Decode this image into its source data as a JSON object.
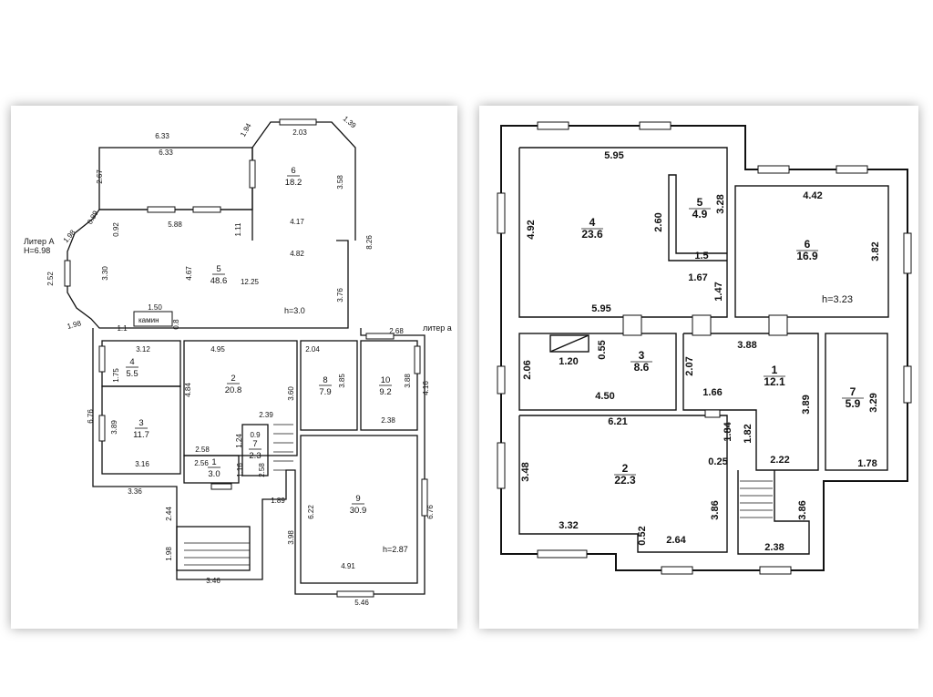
{
  "left_plan": {
    "labels": {
      "liter_a": "Литер А",
      "height_a": "H=6.98",
      "liter_a_small": "литер а",
      "fireplace": "камин",
      "ceiling_room5": "h=3.0",
      "ceiling_room9": "h=2.87"
    },
    "rooms": [
      {
        "num": "6",
        "area": "18.2"
      },
      {
        "num": "5",
        "area": "48.6"
      },
      {
        "num": "4",
        "area": "5.5"
      },
      {
        "num": "2",
        "area": "20.8"
      },
      {
        "num": "8",
        "area": "7.9"
      },
      {
        "num": "10",
        "area": "9.2"
      },
      {
        "num": "3",
        "area": "11.7"
      },
      {
        "num": "7",
        "area": "2.3"
      },
      {
        "num": "1",
        "area": "3.0"
      },
      {
        "num": "9",
        "area": "30.9"
      }
    ],
    "dims": [
      "6.33",
      "6.33",
      "2.67",
      "1.94",
      "2.03",
      "1.39",
      "3.58",
      "0.92",
      "5.88",
      "1.11",
      "4.17",
      "8.26",
      "4.82",
      "1.98",
      "0.89",
      "3.30",
      "4.67",
      "12.25",
      "3.76",
      "2.52",
      "1.98",
      "1.50",
      "0.8",
      "1.1",
      "2.68",
      "3.12",
      "1.75",
      "4.95",
      "2.04",
      "4.84",
      "3.60",
      "3.85",
      "3.88",
      "4.16",
      "6.76",
      "3.89",
      "2.39",
      "2.38",
      "2.58",
      "1.24",
      "0.9",
      "2.56",
      "1.16",
      "2.58",
      "3.16",
      "3.36",
      "1.89",
      "2.44",
      "6.22",
      "6.76",
      "3.98",
      "1.98",
      "4.91",
      "3.46",
      "5.46"
    ]
  },
  "right_plan": {
    "labels": {
      "ceiling_room6": "h=3.23"
    },
    "rooms": [
      {
        "num": "4",
        "area": "23.6"
      },
      {
        "num": "5",
        "area": "4.9"
      },
      {
        "num": "6",
        "area": "16.9"
      },
      {
        "num": "3",
        "area": "8.6"
      },
      {
        "num": "1",
        "area": "12.1"
      },
      {
        "num": "7",
        "area": "5.9"
      },
      {
        "num": "2",
        "area": "22.3"
      }
    ],
    "dims": [
      "5.95",
      "4.92",
      "2.60",
      "3.28",
      "1.5",
      "1.67",
      "1.47",
      "5.95",
      "4.42",
      "3.82",
      "1.20",
      "0.55",
      "2.06",
      "4.50",
      "2.07",
      "3.88",
      "1.66",
      "3.89",
      "3.29",
      "6.21",
      "1.84",
      "1.82",
      "2.22",
      "1.78",
      "0.25",
      "3.48",
      "3.86",
      "3.86",
      "3.32",
      "0.52",
      "2.64",
      "2.38"
    ]
  }
}
